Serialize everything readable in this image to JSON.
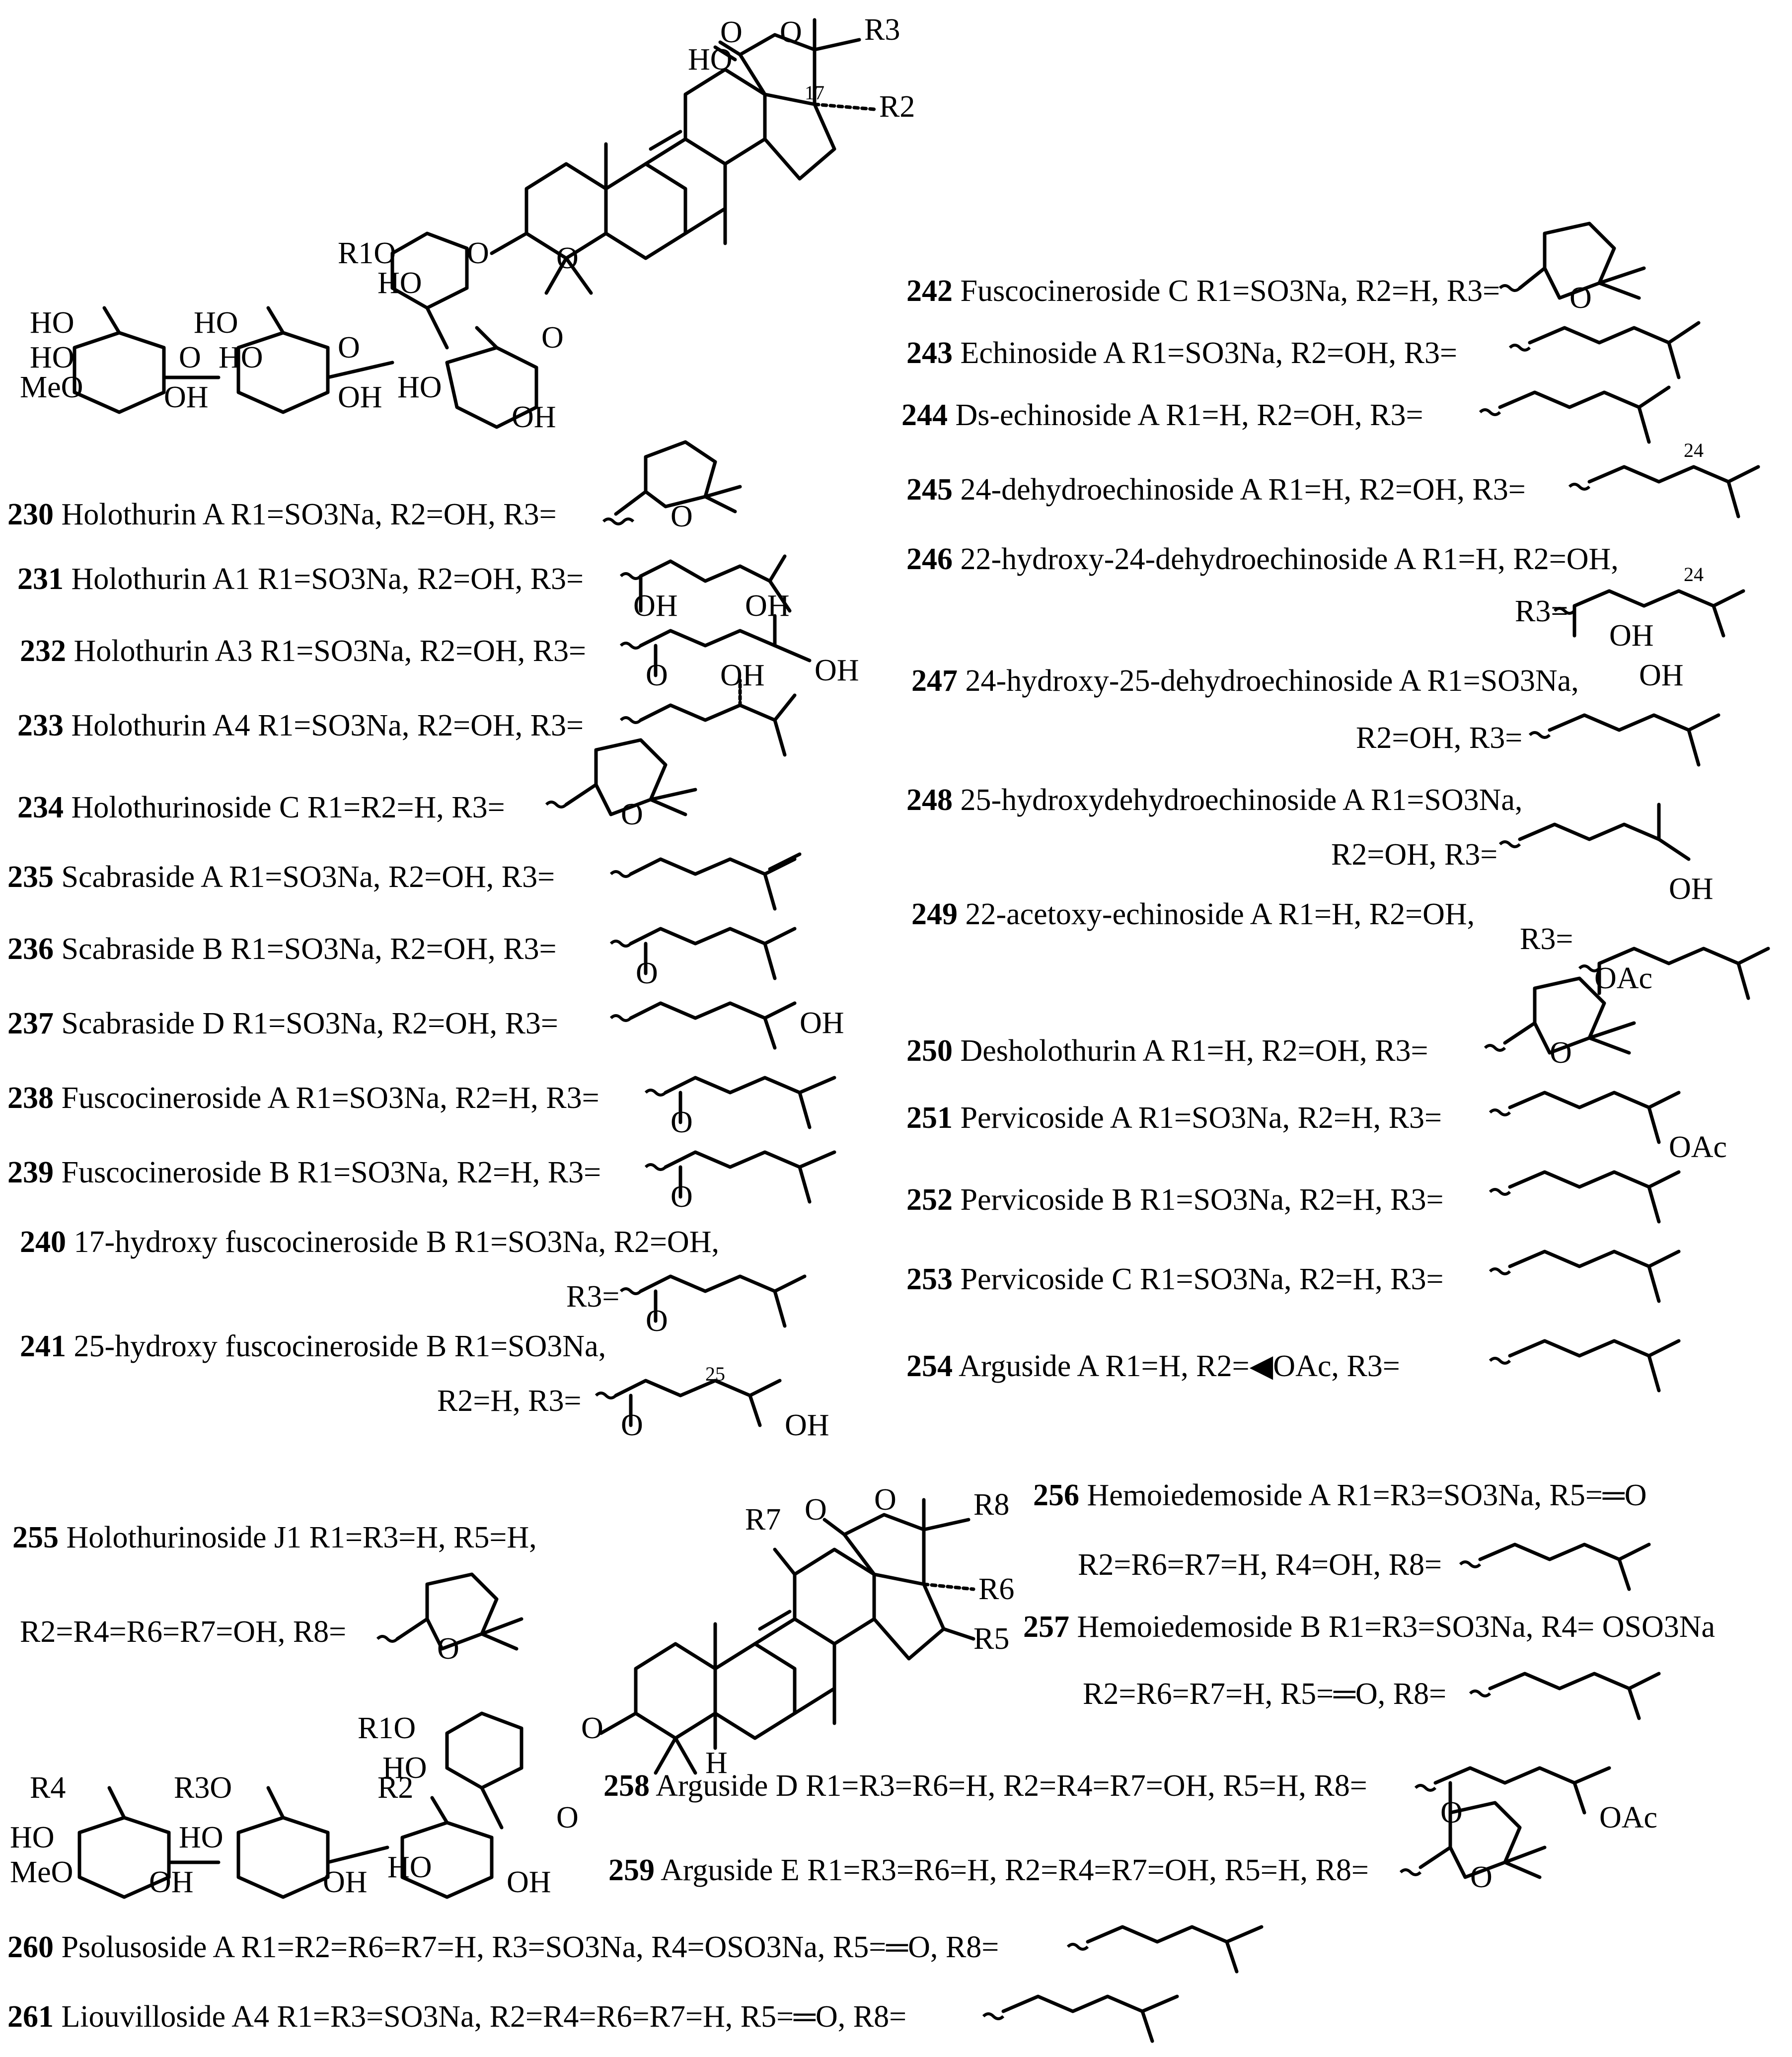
{
  "core_labels": {
    "ho_top": "HO",
    "o_lactone": "O",
    "o_ring": "O",
    "r3": "R3",
    "r2": "R2",
    "c17": "17",
    "r1o": "R1O",
    "ho_sug": "HO",
    "o_glyc": "O",
    "o_link": "O",
    "ho1": "HO",
    "ho2": "HO",
    "meo": "MeO",
    "oh1": "OH",
    "ho3": "HO",
    "ho4": "HO",
    "oh2": "OH",
    "ho5": "HO",
    "oh3": "OH",
    "o_a": "O",
    "o_b": "O",
    "o_c": "O"
  },
  "compounds_left": [
    {
      "num": "230",
      "name": "Holothurin A",
      "subst": "R1=SO3Na, R2=OH, R3="
    },
    {
      "num": "231",
      "name": "Holothurin A1",
      "subst": "R1=SO3Na, R2=OH, R3="
    },
    {
      "num": "232",
      "name": "Holothurin A3",
      "subst": "R1=SO3Na, R2=OH, R3="
    },
    {
      "num": "233",
      "name": "Holothurin A4",
      "subst": "R1=SO3Na, R2=OH, R3="
    },
    {
      "num": "234",
      "name": "Holothurinoside C",
      "subst": "R1=R2=H, R3="
    },
    {
      "num": "235",
      "name": "Scabraside A",
      "subst": "R1=SO3Na, R2=OH, R3="
    },
    {
      "num": "236",
      "name": "Scabraside B",
      "subst": "R1=SO3Na, R2=OH, R3="
    },
    {
      "num": "237",
      "name": "Scabraside D",
      "subst": "R1=SO3Na, R2=OH, R3="
    },
    {
      "num": "238",
      "name": "Fuscocineroside A",
      "subst": "R1=SO3Na, R2=H, R3="
    },
    {
      "num": "239",
      "name": "Fuscocineroside B",
      "subst": "R1=SO3Na, R2=H, R3="
    },
    {
      "num": "240",
      "name": "17-hydroxy fuscocineroside B",
      "subst": "R1=SO3Na, R2=OH,"
    },
    {
      "num": "241",
      "name": "25-hydroxy fuscocineroside B",
      "subst": "R1=SO3Na,"
    }
  ],
  "compounds_right": [
    {
      "num": "242",
      "name": "Fuscocineroside C",
      "subst": "R1=SO3Na, R2=H, R3="
    },
    {
      "num": "243",
      "name": "Echinoside A",
      "subst": "R1=SO3Na, R2=OH, R3="
    },
    {
      "num": "244",
      "name": "Ds-echinoside A",
      "subst": "R1=H, R2=OH, R3="
    },
    {
      "num": "245",
      "name": "24-dehydroechinoside A",
      "subst": "R1=H, R2=OH, R3="
    },
    {
      "num": "246",
      "name": "22-hydroxy-24-dehydroechinoside A",
      "subst": "R1=H, R2=OH,"
    },
    {
      "num": "247",
      "name": "24-hydroxy-25-dehydroechinoside A",
      "subst": "R1=SO3Na,"
    },
    {
      "num": "248",
      "name": "25-hydroxydehydroechinoside A",
      "subst": "R1=SO3Na,"
    },
    {
      "num": "249",
      "name": "22-acetoxy-echinoside A",
      "subst": "R1=H, R2=OH,"
    },
    {
      "num": "250",
      "name": "Desholothurin A",
      "subst": "R1=H, R2=OH, R3="
    },
    {
      "num": "251",
      "name": "Pervicoside A",
      "subst": "R1=SO3Na, R2=H, R3="
    },
    {
      "num": "252",
      "name": "Pervicoside B",
      "subst": "R1=SO3Na, R2=H, R3="
    },
    {
      "num": "253",
      "name": "Pervicoside C",
      "subst": "R1=SO3Na, R2=H, R3="
    },
    {
      "num": "254",
      "name": "Arguside A",
      "subst": "R1=H, R2=◀OAc, R3="
    }
  ],
  "continuations": {
    "c240": "R3=",
    "c241": "R2=H, R3=",
    "c246": "R3=",
    "c247": "R2=OH, R3=",
    "c248": "R2=OH, R3=",
    "c249": "R3="
  },
  "chain_labels": {
    "oh": "OH",
    "o": "O",
    "oac": "OAc",
    "n24": "24",
    "n25": "25"
  },
  "compounds_bottom": [
    {
      "num": "255",
      "name": "Holothurinoside J1",
      "subst": "R1=R3=H, R5=H,"
    },
    {
      "num": "256",
      "name": "Hemoiedemoside A",
      "subst": "R1=R3=SO3Na, R5=═O"
    },
    {
      "num": "257",
      "name": "Hemoiedemoside B",
      "subst": "R1=R3=SO3Na, R4= OSO3Na"
    },
    {
      "num": "258",
      "name": "Arguside D",
      "subst": "R1=R3=R6=H, R2=R4=R7=OH, R5=H, R8="
    },
    {
      "num": "259",
      "name": "Arguside E",
      "subst": "R1=R3=R6=H, R2=R4=R7=OH, R5=H, R8="
    },
    {
      "num": "260",
      "name": "Psolusoside A",
      "subst": "R1=R2=R6=R7=H, R3=SO3Na, R4=OSO3Na, R5=═O, R8="
    },
    {
      "num": "261",
      "name": "Liouvilloside A4",
      "subst": "R1=R3=SO3Na, R2=R4=R6=R7=H, R5=═O, R8="
    }
  ],
  "bottom_continuations": {
    "c255": "R2=R4=R6=R7=OH, R8=",
    "c256": "R2=R6=R7=H, R4=OH, R8=",
    "c257": "R2=R6=R7=H, R5=═O, R8="
  },
  "core2_labels": {
    "r7": "R7",
    "r8": "R8",
    "r6": "R6",
    "r5": "R5",
    "o1": "O",
    "o2": "O",
    "h": "H",
    "r1o": "R1O",
    "ho": "HO",
    "o3": "O",
    "o4": "O",
    "r4": "R4",
    "r3o": "R3O",
    "r2": "R2",
    "ho2": "HO",
    "ho3": "HO",
    "meo": "MeO",
    "oh1": "OH",
    "oh2": "OH",
    "ho4": "HO",
    "oh3": "OH"
  }
}
